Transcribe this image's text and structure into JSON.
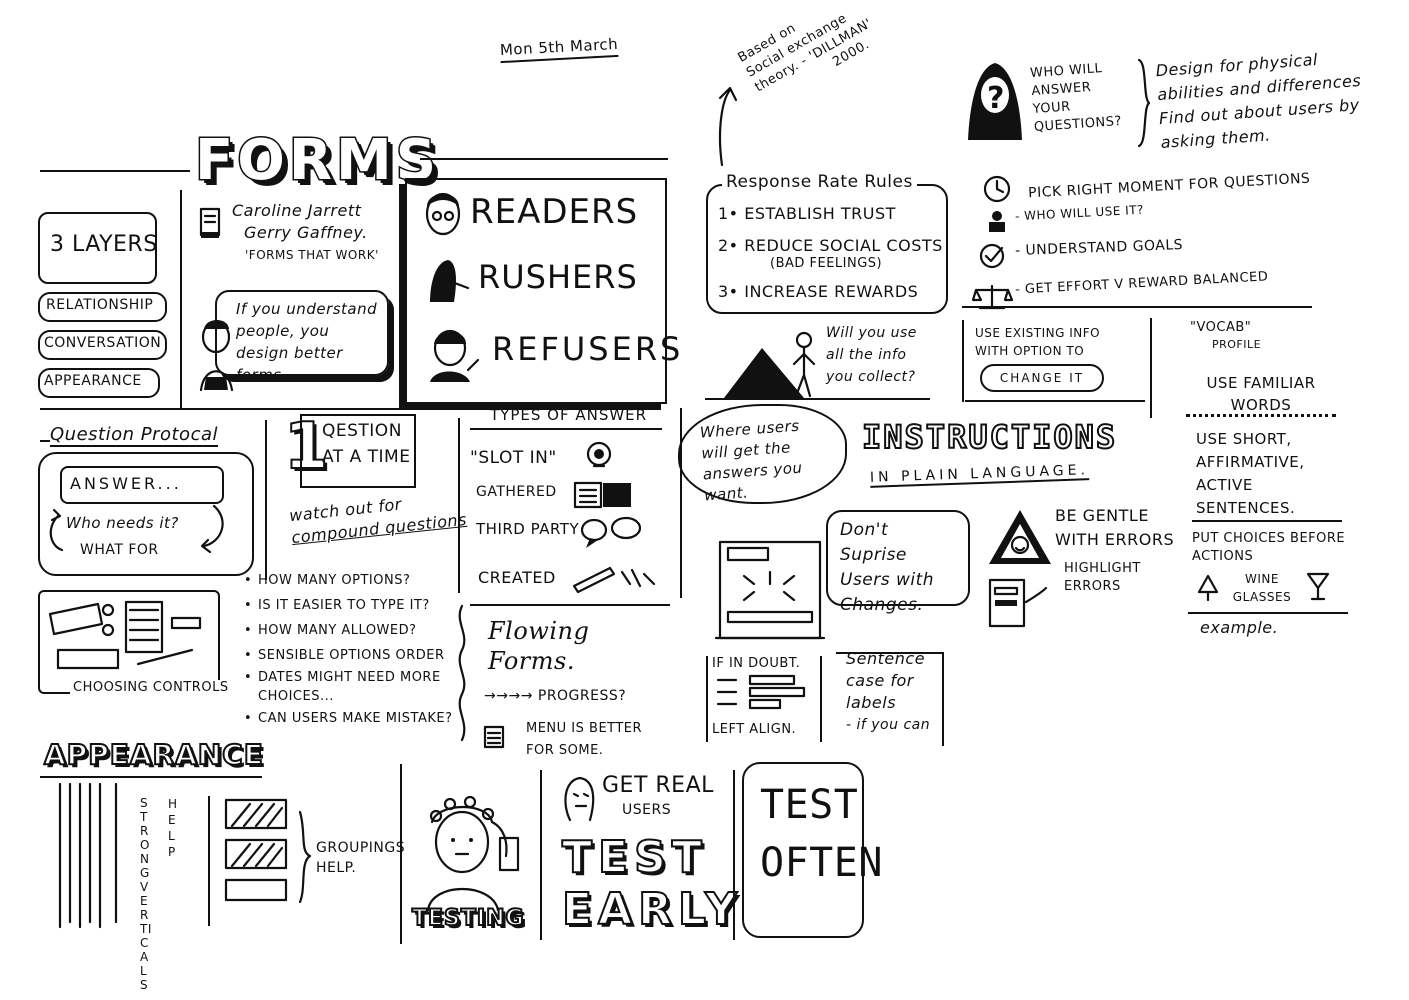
{
  "date": "Mon 5th March",
  "dillman_note": [
    "Based on",
    "Social exchange",
    "theory. - 'DILLMAN'",
    "2000."
  ],
  "who_will_answer": [
    "WHO WILL",
    "ANSWER",
    "YOUR",
    "QUESTIONS?"
  ],
  "design_note": [
    "Design for physical",
    "abilities and differences",
    "Find out about users by",
    "asking them."
  ],
  "forms_title": "FORMS",
  "authors": [
    "Caroline Jarrett",
    "Gerry Gaffney."
  ],
  "book_title": "'FORMS THAT WORK'",
  "layers_title": "3 LAYERS",
  "layers": [
    "RELATIONSHIP",
    "CONVERSATION",
    "APPEARANCE"
  ],
  "understand_quote": "If you understand people, you design better forms",
  "user_types": [
    "READERS",
    "RUSHERS",
    "REFUSERS"
  ],
  "response_rate": {
    "title": "Response Rate Rules",
    "items": [
      {
        "num": "1•",
        "text": "ESTABLISH TRUST"
      },
      {
        "num": "2•",
        "text": "REDUCE SOCIAL COSTS"
      },
      {
        "num": "",
        "text": "(BAD FEELINGS)"
      },
      {
        "num": "3•",
        "text": "INCREASE REWARDS"
      }
    ]
  },
  "moment_items": [
    "PICK RIGHT MOMENT FOR QUESTIONS",
    "- WHO WILL USE IT?",
    "- UNDERSTAND GOALS",
    "- GET EFFORT V REWARD BALANCED"
  ],
  "use_info": "Will you use all the info you collect?",
  "existing_info": "USE EXISTING INFO WITH OPTION TO",
  "change_it": "CHANGE IT",
  "vocab": {
    "title": "\"VOCAB\"",
    "sub": "PROFILE",
    "items": [
      "USE FAMILIAR WORDS",
      "USE SHORT, AFFIRMATIVE, ACTIVE SENTENCES.",
      "PUT CHOICES BEFORE ACTIONS"
    ],
    "wine": "WINE GLASSES",
    "example": "example."
  },
  "question_protocol": {
    "title": "Question Protocal",
    "answer": "ANSWER...",
    "who": "Who needs it?",
    "what": "WHAT FOR"
  },
  "one_question": {
    "num": "1",
    "text": [
      "QESTION",
      "AT A TIME"
    ],
    "note": [
      "watch out for",
      "compound questions"
    ]
  },
  "types_of_answer": {
    "title": "TYPES OF ANSWER",
    "items": [
      "\"SLOT IN\"",
      "GATHERED",
      "THIRD PARTY",
      "CREATED"
    ]
  },
  "where_users": "Where users will get the answers you want.",
  "instructions": {
    "title": "INSTRUCTIONS",
    "sub": "IN PLAIN LANGUAGE."
  },
  "dont_surprise": "Don't Suprise Users with Changes.",
  "be_gentle": [
    "BE GENTLE",
    "WITH ERRORS"
  ],
  "highlight": [
    "HIGHLIGHT",
    "ERRORS"
  ],
  "choosing": {
    "label": "CHOOSING CONTROLS",
    "items": [
      "HOW MANY OPTIONS?",
      "IS IT EASIER TO TYPE IT?",
      "HOW MANY ALLOWED?",
      "SENSIBLE OPTIONS ORDER",
      "DATES MIGHT NEED MORE CHOICES...",
      "CAN USERS MAKE MISTAKE?"
    ]
  },
  "flowing": {
    "title": [
      "Flowing",
      "Forms."
    ],
    "progress": "→→→→ PROGRESS?",
    "menu": [
      "MENU IS BETTER",
      "FOR SOME."
    ]
  },
  "if_in_doubt": "IF IN DOUBT.",
  "left_align": "LEFT ALIGN.",
  "sentence_case": [
    "Sentence",
    "case for",
    "labels",
    "- if you can"
  ],
  "appearance_title": "APPEARANCE",
  "strong_verticals": "STRONG VERTICALS",
  "help": "HELP",
  "groupings": [
    "GROUPINGS",
    "HELP."
  ],
  "testing": "TESTING",
  "get_real_users": [
    "GET REAL",
    "USERS"
  ],
  "test_early": [
    "TEST",
    "EARLY"
  ],
  "test_often": [
    "TEST",
    "OFTEN"
  ]
}
